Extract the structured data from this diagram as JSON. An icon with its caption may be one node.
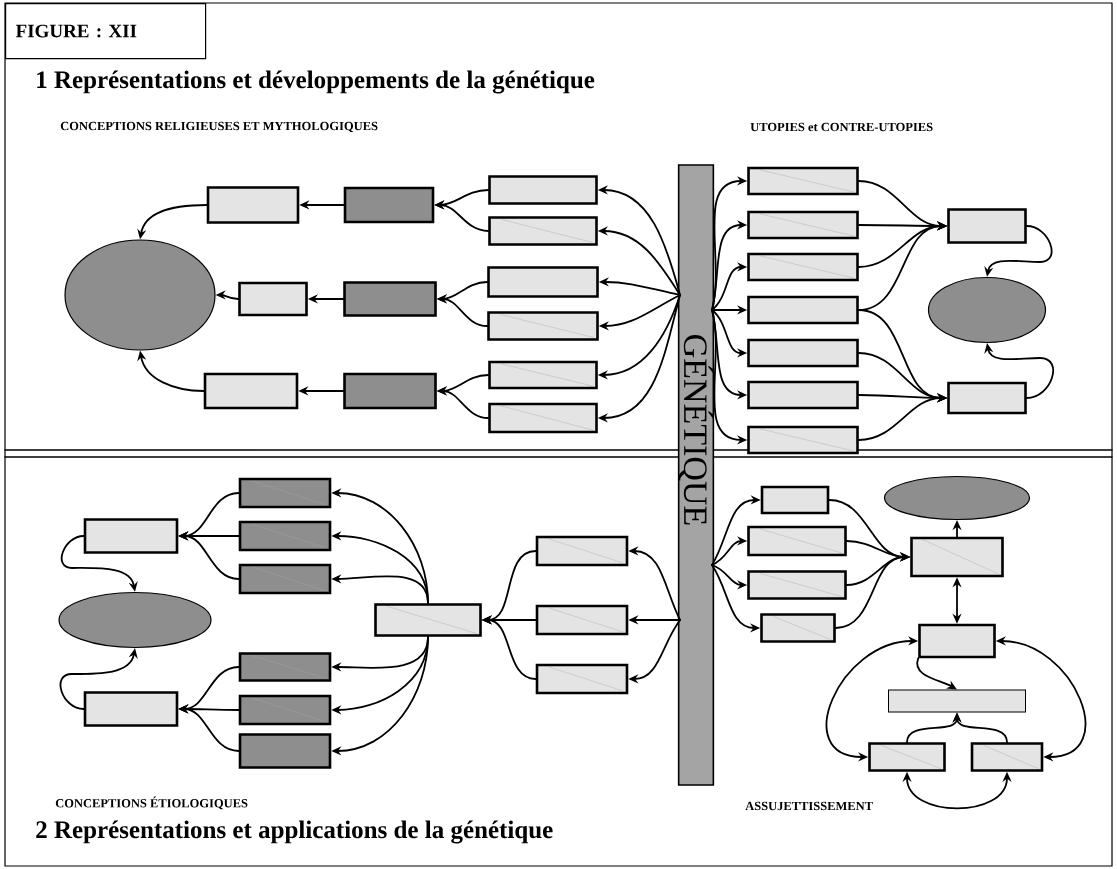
{
  "diagram": {
    "title": "FIGURE : XII",
    "nodes": [
      {
        "text": [
          "GÉNÉTIQUE"
        ]
      },
      {
        "text": [],
        "shape": "ellipse"
      },
      {
        "text": [],
        "shape": "box"
      },
      {
        "text": [],
        "shape": "box"
      },
      {
        "text": [],
        "shape": "box"
      },
      {
        "text": [],
        "shape": "box"
      },
      {
        "text": [],
        "shape": "box"
      },
      {
        "text": [],
        "shape": "box"
      },
      {
        "text": [],
        "shape": "box"
      },
      {
        "text": [],
        "shape": "box"
      },
      {
        "text": [],
        "shape": "box"
      },
      {
        "text": [],
        "shape": "box"
      },
      {
        "text": [],
        "shape": "box"
      },
      {
        "text": [],
        "shape": "box"
      },
      {
        "text": [],
        "shape": "box"
      },
      {
        "text": [],
        "shape": "box"
      },
      {
        "text": [],
        "shape": "box"
      },
      {
        "text": [],
        "shape": "box"
      },
      {
        "text": [],
        "shape": "box"
      },
      {
        "text": [],
        "shape": "box"
      },
      {
        "text": [],
        "shape": "box"
      },
      {
        "text": [],
        "shape": "box"
      },
      {
        "text": [],
        "shape": "ellipse"
      },
      {
        "text": [],
        "shape": "box"
      },
      {
        "text": [],
        "shape": "ellipse"
      },
      {
        "text": [],
        "shape": "box"
      },
      {
        "text": [],
        "shape": "box"
      },
      {
        "text": [],
        "shape": "box"
      },
      {
        "text": [],
        "shape": "box"
      },
      {
        "text": [],
        "shape": "box"
      },
      {
        "text": [],
        "shape": "box"
      },
      {
        "text": [],
        "shape": "box"
      },
      {
        "text": [],
        "shape": "box"
      },
      {
        "text": [],
        "shape": "box"
      },
      {
        "text": [],
        "shape": "box"
      },
      {
        "text": [],
        "shape": "box"
      },
      {
        "text": [],
        "shape": "box"
      },
      {
        "text": [],
        "shape": "box"
      },
      {
        "text": [],
        "shape": "box"
      },
      {
        "text": [],
        "shape": "box"
      },
      {
        "text": [],
        "shape": "box"
      },
      {
        "text": [],
        "shape": "ellipse"
      },
      {
        "text": [],
        "shape": "box"
      },
      {
        "text": [],
        "shape": "box"
      },
      {
        "text": [],
        "shape": "box"
      },
      {
        "text": [],
        "shape": "box"
      },
      {
        "text": [],
        "shape": "box"
      }
    ],
    "edges": [
      {
        "from": 0,
        "to": 4,
        "arrow": "to"
      },
      {
        "from": 0,
        "to": 5,
        "arrow": "to"
      },
      {
        "from": 0,
        "to": 8,
        "arrow": "to"
      },
      {
        "from": 0,
        "to": 9,
        "arrow": "to"
      },
      {
        "from": 0,
        "to": 12,
        "arrow": "to"
      },
      {
        "from": 0,
        "to": 13,
        "arrow": "to"
      },
      {
        "from": 4,
        "to": 3,
        "arrow": "to"
      },
      {
        "from": 5,
        "to": 3,
        "arrow": "to"
      },
      {
        "from": 3,
        "to": 2,
        "arrow": "to"
      },
      {
        "from": 2,
        "to": 1,
        "arrow": "to"
      },
      {
        "from": 8,
        "to": 7,
        "arrow": "to"
      },
      {
        "from": 9,
        "to": 7,
        "arrow": "to"
      },
      {
        "from": 7,
        "to": 6,
        "arrow": "to"
      },
      {
        "from": 6,
        "to": 1,
        "arrow": "to"
      },
      {
        "from": 12,
        "to": 11,
        "arrow": "to"
      },
      {
        "from": 13,
        "to": 11,
        "arrow": "to"
      },
      {
        "from": 11,
        "to": 10,
        "arrow": "to"
      },
      {
        "from": 10,
        "to": 1,
        "arrow": "to"
      },
      {
        "from": 0,
        "to": 14,
        "arrow": "to"
      },
      {
        "from": 0,
        "to": 15,
        "arrow": "to"
      },
      {
        "from": 0,
        "to": 16,
        "arrow": "to"
      },
      {
        "from": 0,
        "to": 17,
        "arrow": "to"
      },
      {
        "from": 0,
        "to": 18,
        "arrow": "to"
      },
      {
        "from": 0,
        "to": 19,
        "arrow": "to"
      },
      {
        "from": 0,
        "to": 20,
        "arrow": "to"
      },
      {
        "from": 14,
        "to": 21,
        "arrow": "to"
      },
      {
        "from": 15,
        "to": 21,
        "arrow": "to"
      },
      {
        "from": 16,
        "to": 21,
        "arrow": "to"
      },
      {
        "from": 17,
        "to": 21,
        "arrow": "to"
      },
      {
        "from": 17,
        "to": 23,
        "arrow": "to"
      },
      {
        "from": 18,
        "to": 23,
        "arrow": "to"
      },
      {
        "from": 19,
        "to": 23,
        "arrow": "to"
      },
      {
        "from": 20,
        "to": 23,
        "arrow": "to"
      },
      {
        "from": 21,
        "to": 22,
        "arrow": "to"
      },
      {
        "from": 23,
        "to": 22,
        "arrow": "to"
      },
      {
        "from": 0,
        "to": 34,
        "arrow": "to"
      },
      {
        "from": 0,
        "to": 35,
        "arrow": "to"
      },
      {
        "from": 0,
        "to": 36,
        "arrow": "to"
      },
      {
        "from": 34,
        "to": 33,
        "arrow": "to"
      },
      {
        "from": 35,
        "to": 33,
        "arrow": "to"
      },
      {
        "from": 36,
        "to": 33,
        "arrow": "to"
      },
      {
        "from": 33,
        "to": 27,
        "arrow": "to"
      },
      {
        "from": 33,
        "to": 28,
        "arrow": "to"
      },
      {
        "from": 33,
        "to": 29,
        "arrow": "to"
      },
      {
        "from": 33,
        "to": 30,
        "arrow": "to"
      },
      {
        "from": 33,
        "to": 31,
        "arrow": "to"
      },
      {
        "from": 33,
        "to": 32,
        "arrow": "to"
      },
      {
        "from": 27,
        "to": 25,
        "arrow": "to"
      },
      {
        "from": 28,
        "to": 25,
        "arrow": "to"
      },
      {
        "from": 29,
        "to": 25,
        "arrow": "to"
      },
      {
        "from": 30,
        "to": 26,
        "arrow": "to"
      },
      {
        "from": 31,
        "to": 26,
        "arrow": "to"
      },
      {
        "from": 32,
        "to": 26,
        "arrow": "to"
      },
      {
        "from": 25,
        "to": 24,
        "arrow": "to"
      },
      {
        "from": 26,
        "to": 24,
        "arrow": "to"
      },
      {
        "from": 0,
        "to": 37,
        "arrow": "to"
      },
      {
        "from": 0,
        "to": 38,
        "arrow": "to"
      },
      {
        "from": 0,
        "to": 39,
        "arrow": "to"
      },
      {
        "from": 0,
        "to": 40,
        "arrow": "to"
      },
      {
        "from": 37,
        "to": 42,
        "arrow": "to"
      },
      {
        "from": 38,
        "to": 42,
        "arrow": "to"
      },
      {
        "from": 39,
        "to": 42,
        "arrow": "to"
      },
      {
        "from": 40,
        "to": 42,
        "arrow": "to"
      },
      {
        "from": 42,
        "to": 41,
        "arrow": "to"
      },
      {
        "from": 42,
        "to": 43,
        "arrow": "both"
      },
      {
        "from": 43,
        "to": 44,
        "arrow": "to"
      },
      {
        "from": 45,
        "to": 44,
        "arrow": "to"
      },
      {
        "from": 46,
        "to": 44,
        "arrow": "to"
      },
      {
        "from": 43,
        "to": 45,
        "arrow": "both"
      },
      {
        "from": 43,
        "to": 46,
        "arrow": "both"
      },
      {
        "from": 45,
        "to": 46,
        "arrow": "both"
      }
    ],
    "labels": [
      "1  Représentations et développements de la génétique",
      "CONCEPTIONS RELIGIEUSES ET MYTHOLOGIQUES",
      "UTOPIES et CONTRE-UTOPIES",
      "CONCEPTIONS   ÉTIOLOGIQUES",
      "ASSUJETTISSEMENT",
      "2  Représentations et applications de la génétique"
    ]
  }
}
